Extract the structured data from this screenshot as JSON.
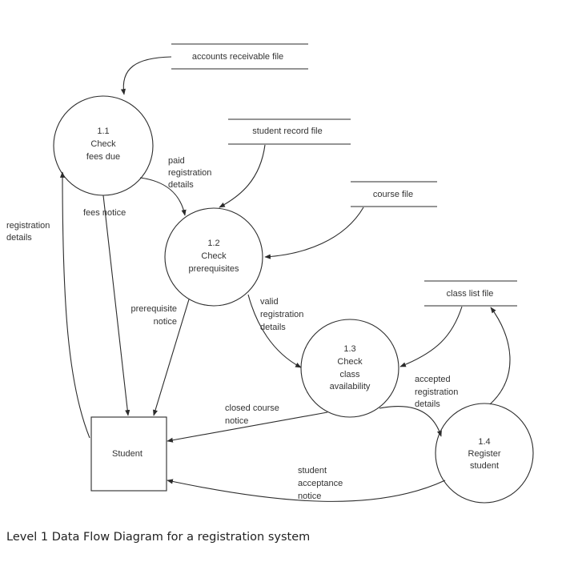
{
  "diagram": {
    "caption": "Level 1 Data Flow Diagram for a registration system",
    "processes": [
      {
        "id": "1.1",
        "lines": [
          "1.1",
          "Check",
          "fees due"
        ]
      },
      {
        "id": "1.2",
        "lines": [
          "1.2",
          "Check",
          "prerequisites"
        ]
      },
      {
        "id": "1.3",
        "lines": [
          "1.3",
          "Check",
          "class",
          "availability"
        ]
      },
      {
        "id": "1.4",
        "lines": [
          "1.4",
          "Register",
          "student"
        ]
      }
    ],
    "data_stores": [
      {
        "id": "ar",
        "label": "accounts receivable file"
      },
      {
        "id": "sr",
        "label": "student record file"
      },
      {
        "id": "cf",
        "label": "course file"
      },
      {
        "id": "cl",
        "label": "class list file"
      }
    ],
    "external_entities": [
      {
        "id": "student",
        "label": "Student"
      }
    ],
    "flows": [
      {
        "from": "accounts receivable file",
        "to": "1.1",
        "lines": []
      },
      {
        "from": "Student",
        "to": "1.1",
        "lines": [
          "registration",
          "details"
        ]
      },
      {
        "from": "1.1",
        "to": "Student",
        "lines": [
          "fees notice"
        ]
      },
      {
        "from": "1.1",
        "to": "1.2",
        "lines": [
          "paid",
          "registration",
          "details"
        ]
      },
      {
        "from": "student record file",
        "to": "1.2",
        "lines": []
      },
      {
        "from": "course file",
        "to": "1.2",
        "lines": []
      },
      {
        "from": "1.2",
        "to": "Student",
        "lines": [
          "prerequisite",
          "notice"
        ]
      },
      {
        "from": "1.2",
        "to": "1.3",
        "lines": [
          "valid",
          "registration",
          "details"
        ]
      },
      {
        "from": "class list file",
        "to": "1.3",
        "lines": []
      },
      {
        "from": "1.3",
        "to": "Student",
        "lines": [
          "closed course",
          "notice"
        ]
      },
      {
        "from": "1.3",
        "to": "1.4",
        "lines": [
          "accepted",
          "registration",
          "details"
        ]
      },
      {
        "from": "1.4",
        "to": "class list file",
        "lines": []
      },
      {
        "from": "1.4",
        "to": "Student",
        "lines": [
          "student",
          "acceptance",
          "notice"
        ]
      }
    ]
  }
}
